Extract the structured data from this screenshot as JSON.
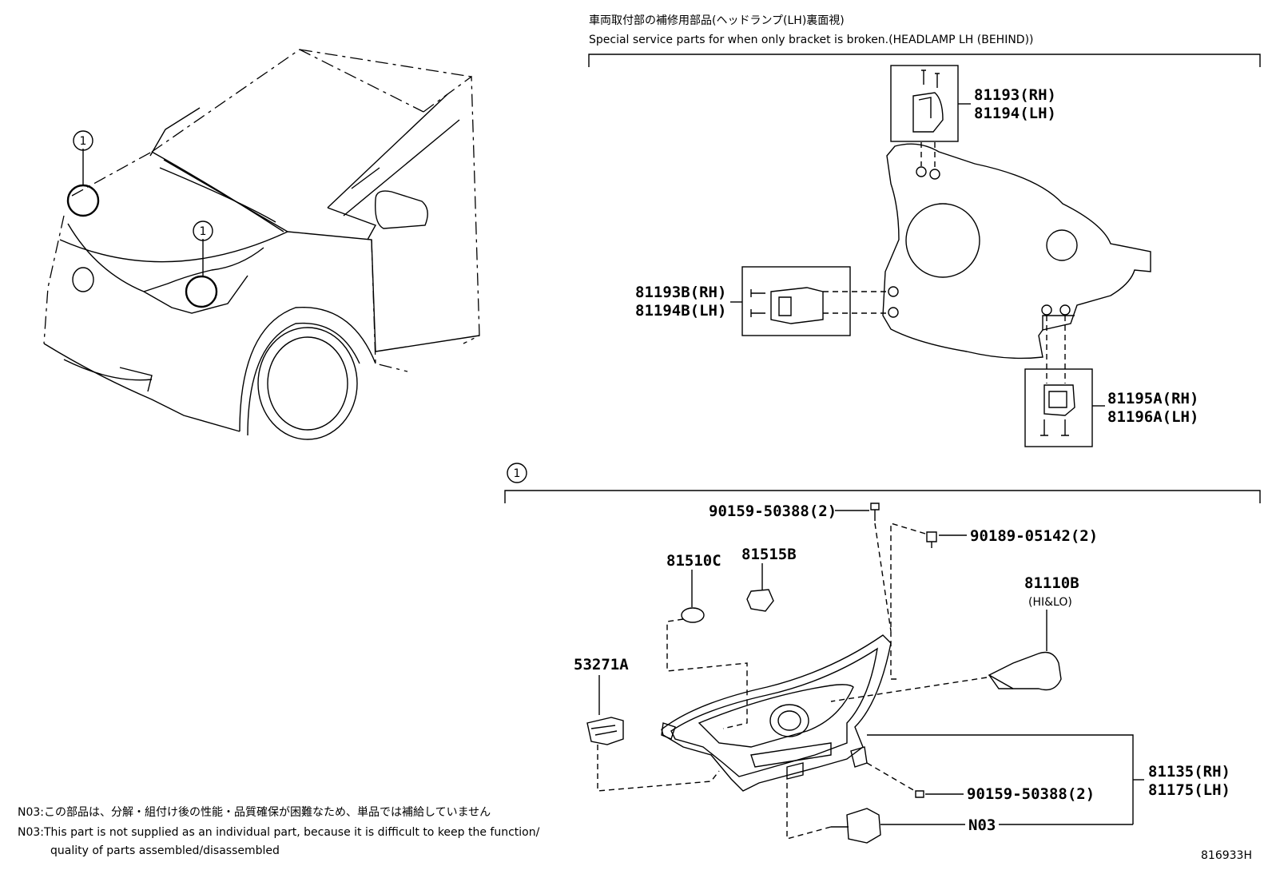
{
  "callouts": {
    "index_1": "1"
  },
  "bracket_section": {
    "title_jp": "車両取付部の補修用部品(ヘッドランプ(LH)裏面視)",
    "title_en": "Special service parts for when only bracket is broken.(HEADLAMP LH (BEHIND))",
    "parts": {
      "p81193": "81193(RH)",
      "p81194": "81194(LH)",
      "p81193b": "81193B(RH)",
      "p81194b": "81194B(LH)",
      "p81195a": "81195A(RH)",
      "p81196a": "81196A(LH)"
    }
  },
  "headlamp_section": {
    "parts": {
      "screw_top": "90159-50388(2)",
      "clip": "90189-05142(2)",
      "p81515b": "81515B",
      "p81510c": "81510C",
      "p81110b": "81110B",
      "p81110b_sub": "(HI&LO)",
      "p53271a": "53271A",
      "p81135": "81135(RH)",
      "p81175": "81175(LH)",
      "screw_bottom": "90159-50388(2)",
      "n03": "N03"
    }
  },
  "notes": {
    "jp": "N03:この部品は、分解・組付け後の性能・品質確保が困難なため、単品では補給していません",
    "en1": "N03:This part is not supplied as an individual part, because it is difficult to keep the function/",
    "en2": "quality of parts assembled/disassembled"
  },
  "illustration_number": "816933H"
}
